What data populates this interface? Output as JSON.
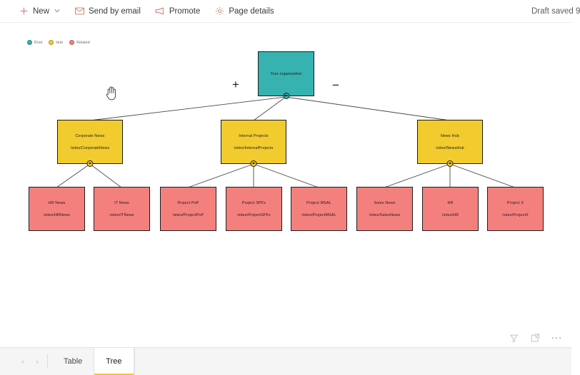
{
  "toolbar": {
    "new_label": "New",
    "send_label": "Send by email",
    "promote_label": "Promote",
    "page_details_label": "Page details",
    "status_text": "Draft saved 9",
    "icons": {
      "new": "plus-icon",
      "chevron": "chevron-down-icon",
      "send": "mail-icon",
      "promote": "megaphone-icon",
      "details": "gear-icon"
    }
  },
  "legend": {
    "items": [
      {
        "label": "Root",
        "color": "#36b3b0"
      },
      {
        "label": "Hub",
        "color": "#f2cb2e"
      },
      {
        "label": "Related",
        "color": "#f4807e"
      }
    ]
  },
  "zoom_controls": {
    "in_label": "+",
    "out_label": "−"
  },
  "tree": {
    "root": {
      "title": "Your organization",
      "url": ""
    },
    "hubs": [
      {
        "title": "Corporate News",
        "url": "/sites/CorporateNews"
      },
      {
        "title": "Internal Projects",
        "url": "/sites/InternalProjects"
      },
      {
        "title": "News Hub",
        "url": "/sites/NewsHub"
      }
    ],
    "related": [
      {
        "title": "HR News",
        "url": "/sites/HRNews"
      },
      {
        "title": "IT News",
        "url": "/sites/ITNews"
      },
      {
        "title": "Project PnP",
        "url": "/sites/ProjectPnP"
      },
      {
        "title": "Project SPFx",
        "url": "/sites/ProjectSPFx"
      },
      {
        "title": "Project MSAL",
        "url": "/sites/ProjectMSAL"
      },
      {
        "title": "Sales News",
        "url": "/sites/SalesNews"
      },
      {
        "title": "HR",
        "url": "/sites/HR"
      },
      {
        "title": "Project X",
        "url": "/sites/ProjectX"
      }
    ]
  },
  "canvas_tools": {
    "filter": "filter-icon",
    "focus": "focus-mode-icon",
    "more": "more-options-icon"
  },
  "sheetbar": {
    "prev_label": "‹",
    "next_label": "›",
    "tabs": [
      {
        "label": "Table",
        "active": false
      },
      {
        "label": "Tree",
        "active": true
      }
    ]
  }
}
